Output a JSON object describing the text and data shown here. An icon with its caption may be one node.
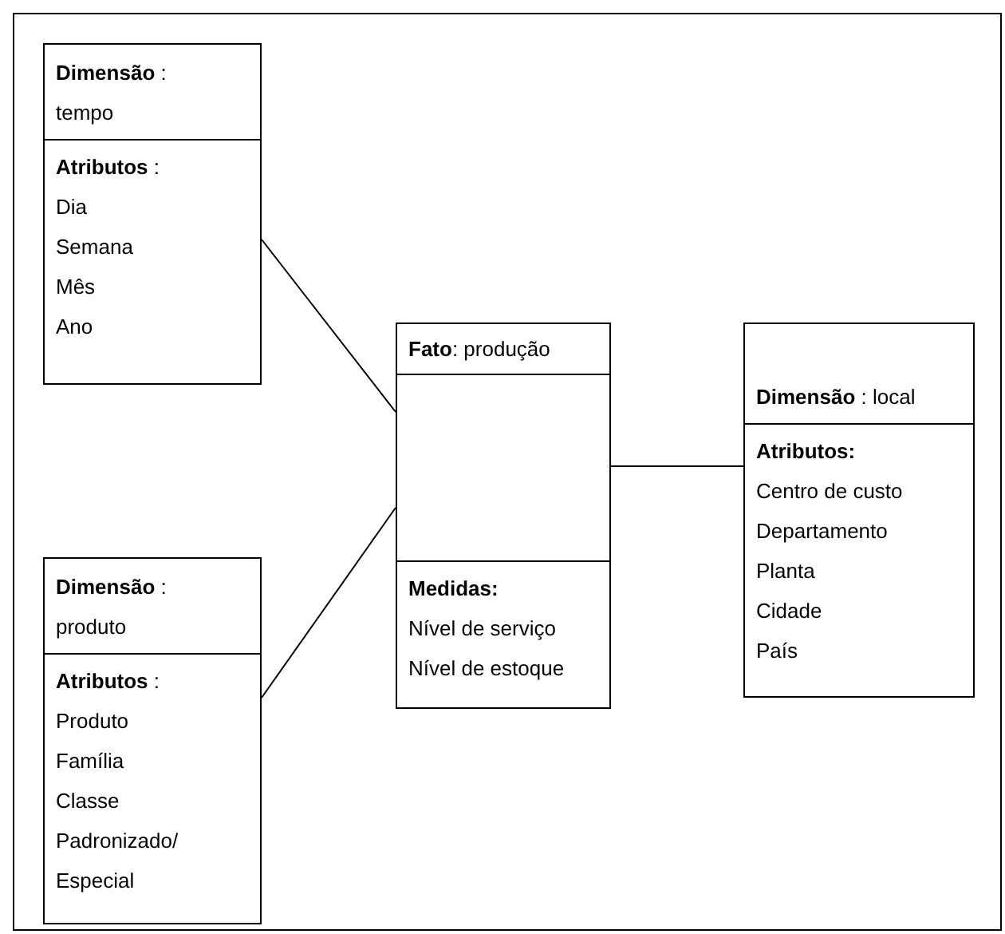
{
  "diagram": {
    "nodes": [
      {
        "text": [
          "**Dimensão** : tempo",
          "**Atributos** :",
          "Dia",
          "Semana",
          "Mês",
          "Ano"
        ]
      },
      {
        "text": [
          "**Fato**: produção",
          "Medidas:",
          "Nível de serviço",
          "Nível de estoque"
        ]
      },
      {
        "text": [
          "**Dimensão** : local",
          "Atributos:",
          "Centro de custo",
          "Departamento",
          "Planta",
          "Cidade",
          "País"
        ]
      },
      {
        "text": [
          "**Dimensão** : produto",
          "**Atributos** :",
          "Produto",
          "Família",
          "Classe",
          "Padronizado/ Especial"
        ]
      }
    ],
    "edges": [
      {
        "from": 0,
        "to": 1,
        "arrow": "none"
      },
      {
        "from": 3,
        "to": 1,
        "arrow": "none"
      },
      {
        "from": 1,
        "to": 2,
        "arrow": "none"
      }
    ]
  }
}
